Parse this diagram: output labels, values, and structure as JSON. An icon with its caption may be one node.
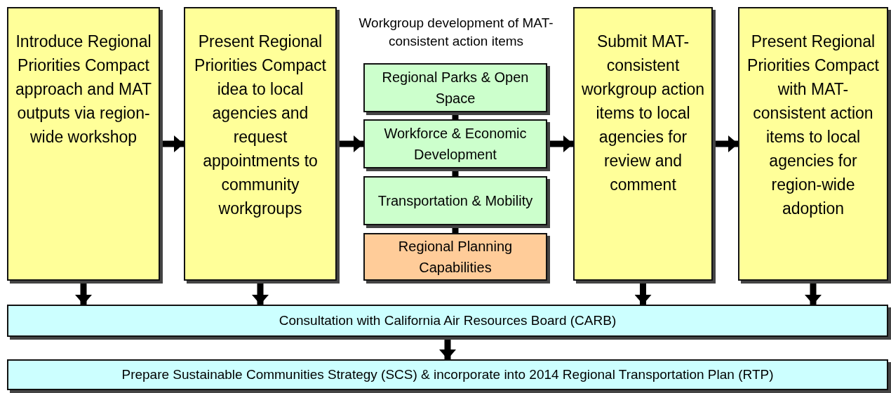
{
  "diagram": {
    "nodes": [
      {
        "text": [
          "Introduce Regional Priorities Compact approach and MAT outputs via region-wide workshop"
        ]
      },
      {
        "text": [
          "Present Regional Priorities Compact idea to local agencies and request appointments to community workgroups"
        ]
      },
      {
        "text": [
          "Regional Parks & Open Space"
        ]
      },
      {
        "text": [
          "Workforce & Economic Development"
        ]
      },
      {
        "text": [
          "Transportation & Mobility"
        ]
      },
      {
        "text": [
          "Regional Planning Capabilities"
        ]
      },
      {
        "text": [
          "Submit MAT-consistent workgroup action items to local agencies for review and comment"
        ]
      },
      {
        "text": [
          "Present Regional Priorities Compact with MAT-consistent action items to local agencies for region-wide adoption"
        ]
      },
      {
        "text": [
          "Consultation with California Air Resources Board (CARB)"
        ]
      },
      {
        "text": [
          "Prepare Sustainable Communities Strategy (SCS) & incorporate into 2014 Regional Transportation Plan (RTP)"
        ]
      }
    ],
    "edges": [
      {
        "from": 0,
        "to": 1,
        "arrow": "to"
      },
      {
        "from": 1,
        "to": 3,
        "arrow": "to"
      },
      {
        "from": 3,
        "to": 6,
        "arrow": "to"
      },
      {
        "from": 6,
        "to": 7,
        "arrow": "to"
      },
      {
        "from": 2,
        "to": 3,
        "arrow": "none"
      },
      {
        "from": 3,
        "to": 4,
        "arrow": "none"
      },
      {
        "from": 4,
        "to": 5,
        "arrow": "none"
      },
      {
        "from": 0,
        "to": 8,
        "arrow": "to"
      },
      {
        "from": 1,
        "to": 8,
        "arrow": "to"
      },
      {
        "from": 6,
        "to": 8,
        "arrow": "to"
      },
      {
        "from": 7,
        "to": 8,
        "arrow": "to"
      },
      {
        "from": 8,
        "to": 9,
        "arrow": "to"
      }
    ],
    "labels": [
      "Workgroup development of MAT-consistent action items"
    ]
  }
}
